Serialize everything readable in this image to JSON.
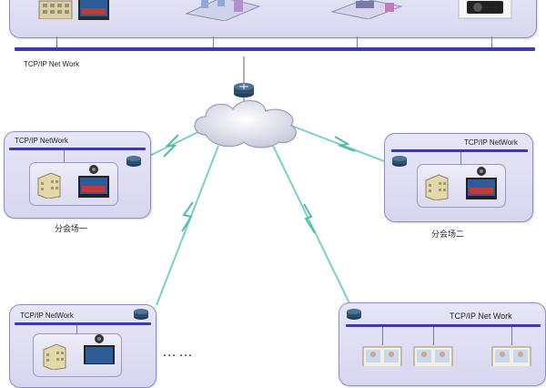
{
  "hq": {
    "network_label": "TCP/IP Net Work"
  },
  "sites": [
    {
      "network_label": "TCP/IP NetWork",
      "name": "分会场一"
    },
    {
      "network_label": "TCP/IP NetWork",
      "name": "分会场二"
    },
    {
      "network_label": "TCP/IP NetWork"
    },
    {
      "network_label": "TCP/IP Net Work"
    }
  ],
  "ellipsis": "……",
  "colors": {
    "panel": "#dcdbf0",
    "bus": "#3c3ca8",
    "router": "#2f4f6e",
    "link": "#7ad0c2"
  }
}
